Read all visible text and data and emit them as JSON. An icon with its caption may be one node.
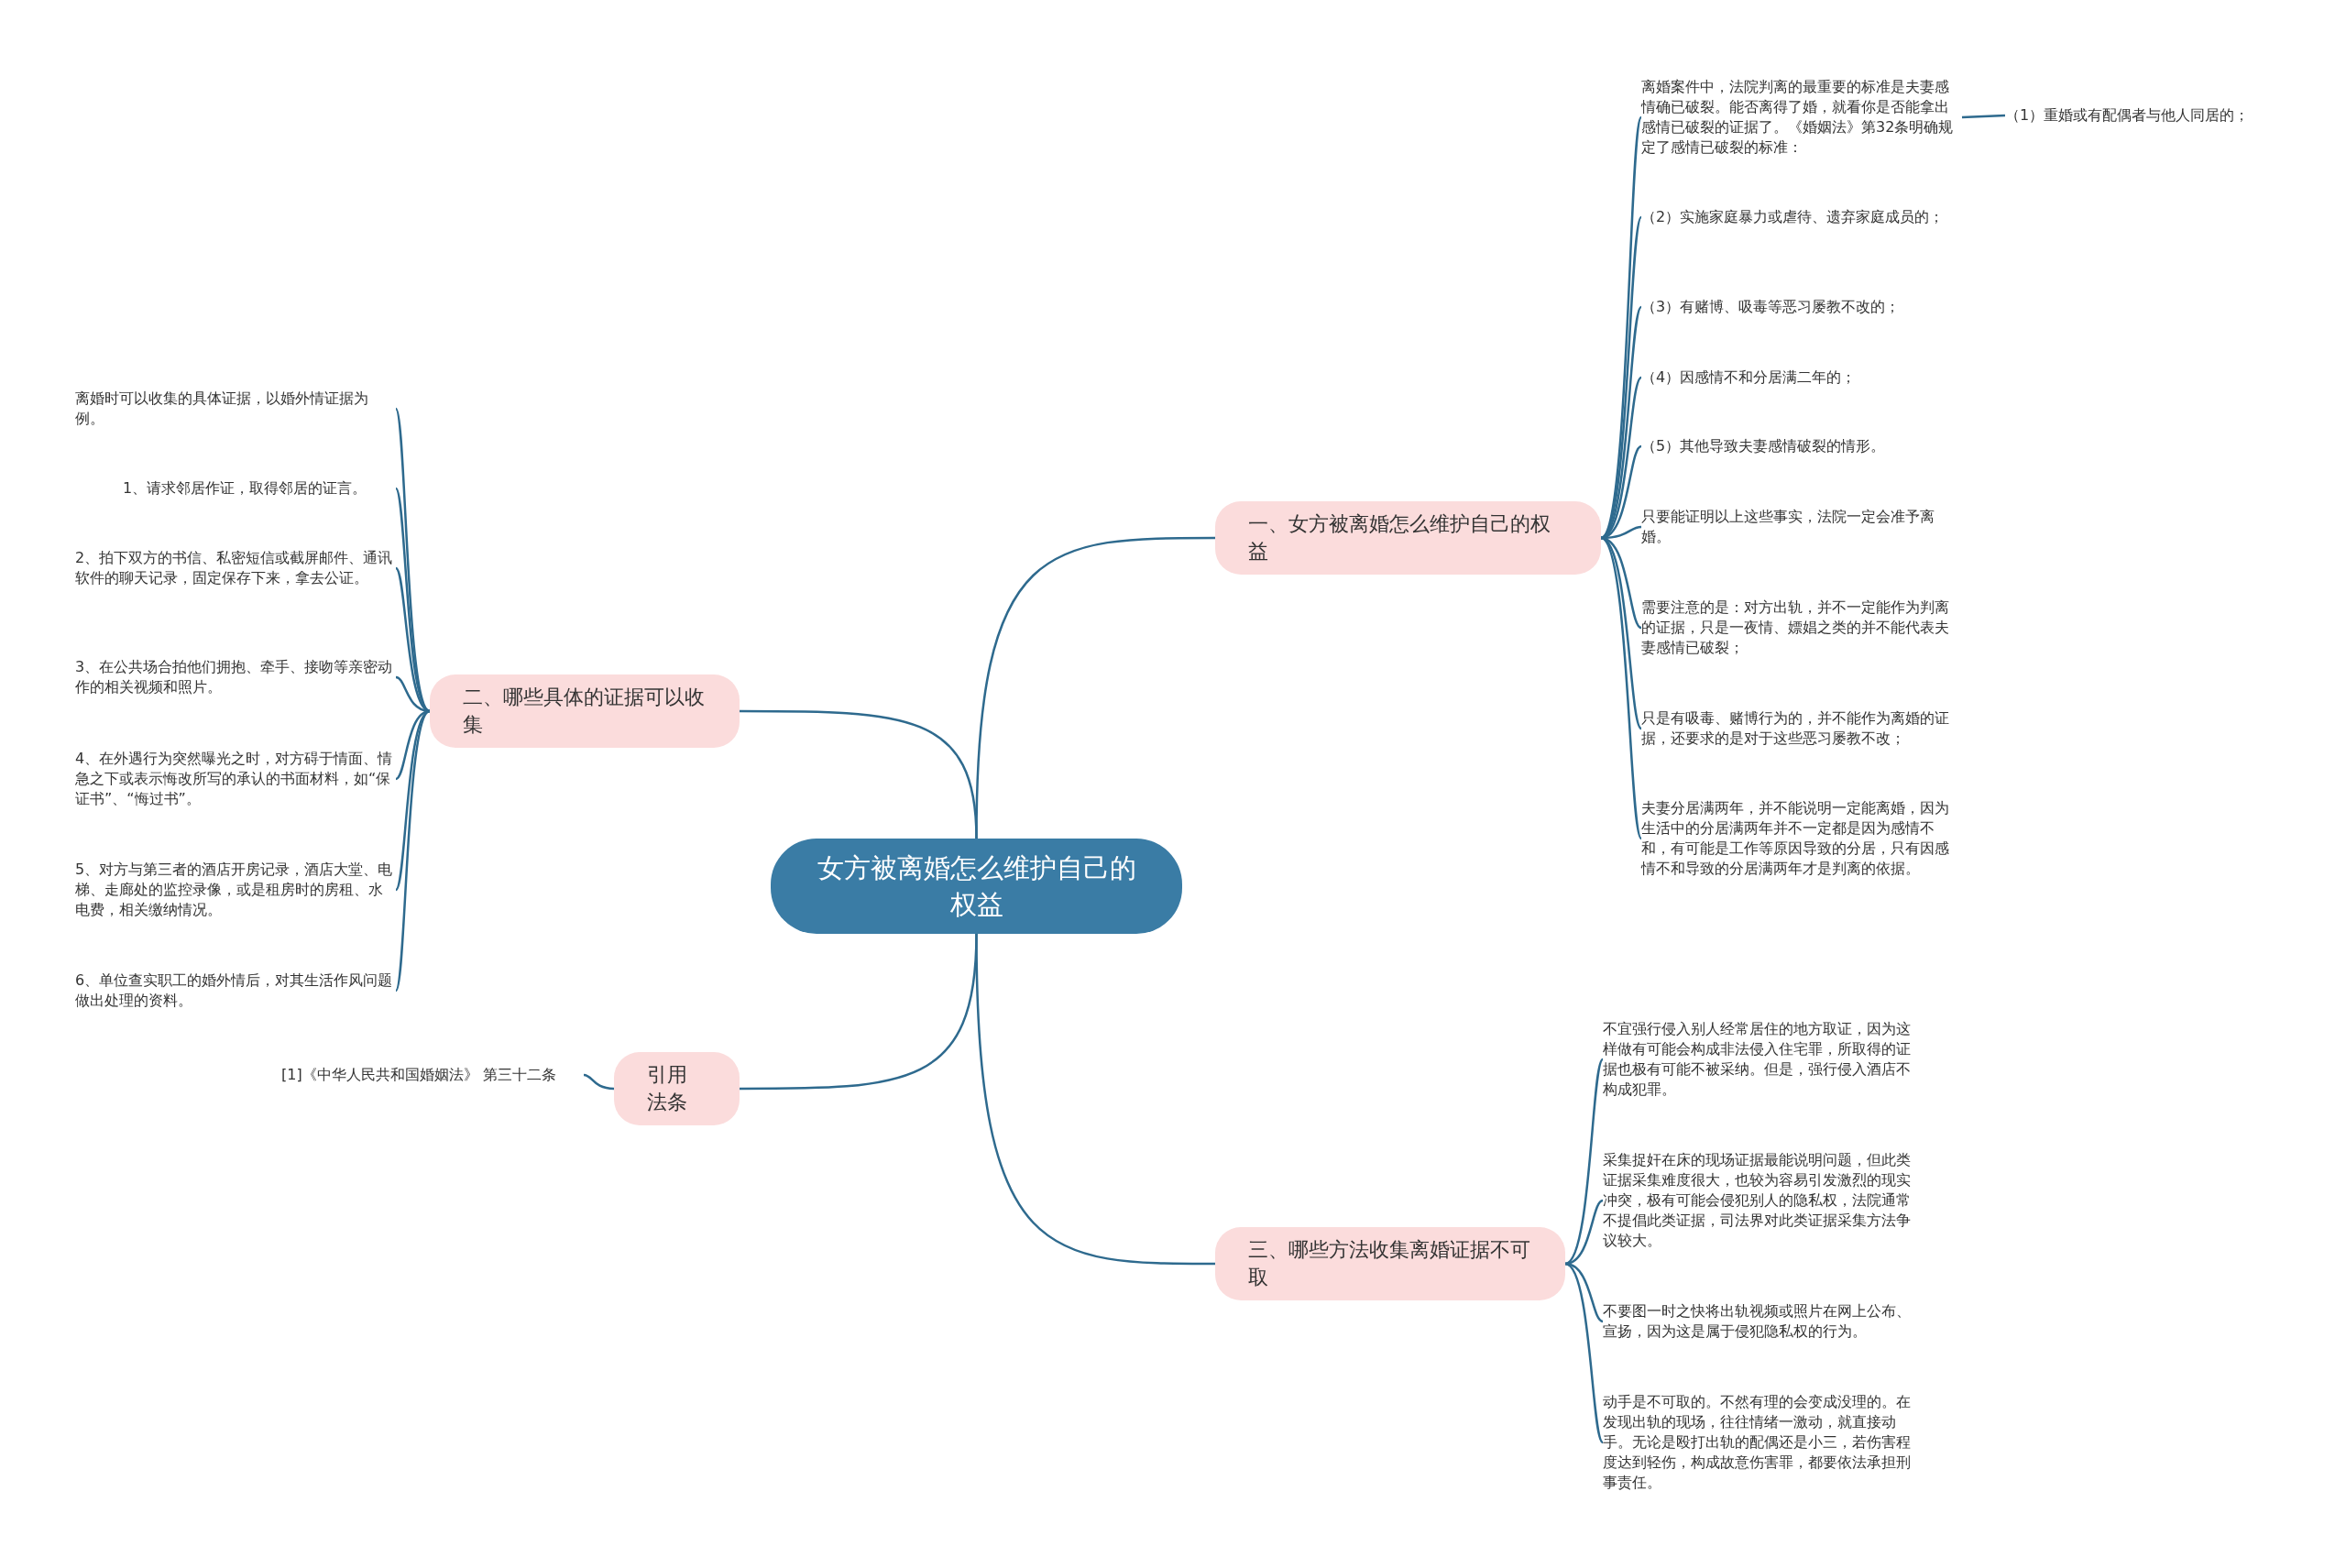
{
  "diagram": {
    "nodes": [
      {
        "text": [
          "女方被离婚怎么维护自己的权益"
        ]
      },
      {
        "text": [
          "一、女方被离婚怎么维护自己的权益"
        ]
      },
      {
        "text": [
          "离婚案件中，法院判离的最重要的标准是夫妻感情确已破裂。能否离得了婚，就看你是否能拿出感情已破裂的证据了。《婚姻法》第32条明确规定了感情已破裂的标准："
        ]
      },
      {
        "text": [
          "（1）重婚或有配偶者与他人同居的；"
        ]
      },
      {
        "text": [
          "（2）实施家庭暴力或虐待、遗弃家庭成员的；"
        ]
      },
      {
        "text": [
          "（3）有赌博、吸毒等恶习屡教不改的；"
        ]
      },
      {
        "text": [
          "（4）因感情不和分居满二年的；"
        ]
      },
      {
        "text": [
          "（5）其他导致夫妻感情破裂的情形。"
        ]
      },
      {
        "text": [
          "只要能证明以上这些事实，法院一定会准予离婚。"
        ]
      },
      {
        "text": [
          "需要注意的是：对方出轨，并不一定能作为判离的证据，只是一夜情、嫖娼之类的并不能代表夫妻感情已破裂；"
        ]
      },
      {
        "text": [
          "只是有吸毒、赌博行为的，并不能作为离婚的证据，还要求的是对于这些恶习屡教不改；"
        ]
      },
      {
        "text": [
          "夫妻分居满两年，并不能说明一定能离婚，因为生活中的分居满两年并不一定都是因为感情不和，有可能是工作等原因导致的分居，只有因感情不和导致的分居满两年才是判离的依据。"
        ]
      },
      {
        "text": [
          "二、哪些具体的证据可以收集"
        ]
      },
      {
        "text": [
          "离婚时可以收集的具体证据，以婚外情证据为例。"
        ]
      },
      {
        "text": [
          "1、请求邻居作证，取得邻居的证言。"
        ]
      },
      {
        "text": [
          "2、拍下双方的书信、私密短信或截屏邮件、通讯软件的聊天记录，固定保存下来，拿去公证。"
        ]
      },
      {
        "text": [
          "3、在公共场合拍他们拥抱、牵手、接吻等亲密动作的相关视频和照片。"
        ]
      },
      {
        "text": [
          "4、在外遇行为突然曝光之时，对方碍于情面、情急之下或表示悔改所写的承认的书面材料，如“保证书”、“悔过书”。"
        ]
      },
      {
        "text": [
          "5、对方与第三者的酒店开房记录，酒店大堂、电梯、走廊处的监控录像，或是租房时的房租、水电费，相关缴纳情况。"
        ]
      },
      {
        "text": [
          "6、单位查实职工的婚外情后，对其生活作风问题做出处理的资料。"
        ]
      },
      {
        "text": [
          "引用法条"
        ]
      },
      {
        "text": [
          "[1]《中华人民共和国婚姻法》 第三十二条"
        ]
      },
      {
        "text": [
          "三、哪些方法收集离婚证据不可取"
        ]
      },
      {
        "text": [
          "不宜强行侵入别人经常居住的地方取证，因为这样做有可能会构成非法侵入住宅罪，所取得的证据也极有可能不被采纳。但是，强行侵入酒店不构成犯罪。"
        ]
      },
      {
        "text": [
          "采集捉奸在床的现场证据最能说明问题，但此类证据采集难度很大，也较为容易引发激烈的现实冲突，极有可能会侵犯别人的隐私权，法院通常不提倡此类证据，司法界对此类证据采集方法争议较大。"
        ]
      },
      {
        "text": [
          "不要图一时之快将出轨视频或照片在网上公布、宣扬，因为这是属于侵犯隐私权的行为。"
        ]
      },
      {
        "text": [
          "动手是不可取的。不然有理的会变成没理的。在发现出轨的现场，往往情绪一激动，就直接动手。无论是殴打出轨的配偶还是小三，若伤害程度达到轻伤，构成故意伤害罪，都要依法承担刑事责任。"
        ]
      }
    ],
    "edges": [
      {
        "from": 0,
        "to": 1,
        "arrow": "none"
      },
      {
        "from": 1,
        "to": 2,
        "arrow": "none"
      },
      {
        "from": 2,
        "to": 3,
        "arrow": "none"
      },
      {
        "from": 1,
        "to": 4,
        "arrow": "none"
      },
      {
        "from": 1,
        "to": 5,
        "arrow": "none"
      },
      {
        "from": 1,
        "to": 6,
        "arrow": "none"
      },
      {
        "from": 1,
        "to": 7,
        "arrow": "none"
      },
      {
        "from": 1,
        "to": 8,
        "arrow": "none"
      },
      {
        "from": 1,
        "to": 9,
        "arrow": "none"
      },
      {
        "from": 1,
        "to": 10,
        "arrow": "none"
      },
      {
        "from": 1,
        "to": 11,
        "arrow": "none"
      },
      {
        "from": 0,
        "to": 12,
        "arrow": "none"
      },
      {
        "from": 12,
        "to": 13,
        "arrow": "none"
      },
      {
        "from": 12,
        "to": 14,
        "arrow": "none"
      },
      {
        "from": 12,
        "to": 15,
        "arrow": "none"
      },
      {
        "from": 12,
        "to": 16,
        "arrow": "none"
      },
      {
        "from": 12,
        "to": 17,
        "arrow": "none"
      },
      {
        "from": 12,
        "to": 18,
        "arrow": "none"
      },
      {
        "from": 12,
        "to": 19,
        "arrow": "none"
      },
      {
        "from": 0,
        "to": 20,
        "arrow": "none"
      },
      {
        "from": 20,
        "to": 21,
        "arrow": "none"
      },
      {
        "from": 0,
        "to": 22,
        "arrow": "none"
      },
      {
        "from": 22,
        "to": 23,
        "arrow": "none"
      },
      {
        "from": 22,
        "to": 24,
        "arrow": "none"
      },
      {
        "from": 22,
        "to": 25,
        "arrow": "none"
      },
      {
        "from": 22,
        "to": 26,
        "arrow": "none"
      }
    ]
  }
}
